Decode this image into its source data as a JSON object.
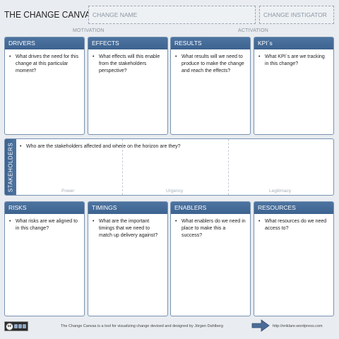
{
  "header": {
    "title": "THE CHANGE CANVAS",
    "change_name_placeholder": "CHANGE NAME",
    "change_instigator_placeholder": "CHANGE INSTIGATOR"
  },
  "sections": {
    "motivation": "MOTIVATION",
    "activation": "ACTIVATION"
  },
  "cards_top": [
    {
      "title": "DRIVERS",
      "bullet": "•",
      "prompt": "What drives the need for this change at this particular moment?"
    },
    {
      "title": "EFFECTS",
      "bullet": "•",
      "prompt": "What effects will this enable from the stakeholders perspective?"
    },
    {
      "title": "RESULTS",
      "bullet": "•",
      "prompt": "What results will we need to produce to make the change and reach the effects?"
    },
    {
      "title": "KPI´s",
      "bullet": "•",
      "prompt": "What KPI´s are we tracking in this change?"
    }
  ],
  "stakeholders": {
    "label": "STAKEHOLDERS",
    "bullet": "•",
    "prompt": "Who are the stakeholders affected and where on the horizon are they?",
    "zones": [
      "Power",
      "Urgency",
      "Legitimacy"
    ]
  },
  "cards_bottom": [
    {
      "title": "RISKS",
      "bullet": "•",
      "prompt": "What risks are we aligned to in this change?"
    },
    {
      "title": "TIMINGS",
      "bullet": "•",
      "prompt": "What are the important timings that we need to match up delivery against?"
    },
    {
      "title": "ENABLERS",
      "bullet": "•",
      "prompt": "What enablers do we need in place to make this a success?"
    },
    {
      "title": "RESOURCES",
      "bullet": "•",
      "prompt": "What resources do we need access to?"
    }
  ],
  "footer": {
    "license_icon_text": "cc",
    "description": "The Change Canvas is a tool for visualizing change devised and designed by Jörgen Dahlberg",
    "url": "http://enklare.wordpress.com",
    "colors": {
      "accent": "#4d74a0",
      "arrow": "#4a6c98"
    }
  }
}
